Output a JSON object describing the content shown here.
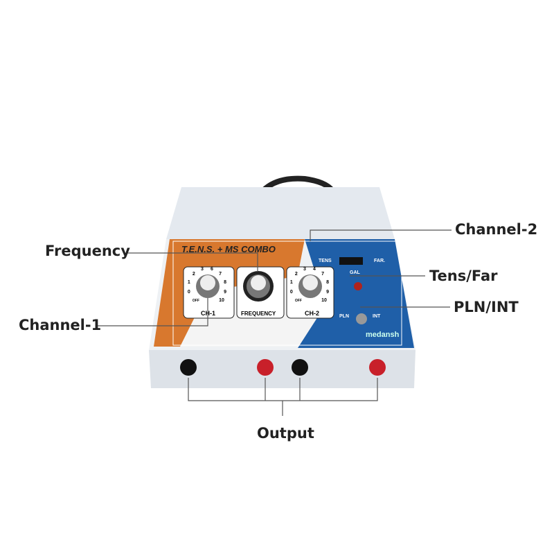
{
  "callouts": {
    "frequency": "Frequency",
    "channel_2": "Channel-2",
    "tens_far": "Tens/Far",
    "pln_int": "PLN/INT",
    "channel_1": "Channel-1",
    "output": "Output"
  },
  "device": {
    "title": "T.E.N.S. + MS COMBO",
    "knobs": [
      {
        "label": "CH-1",
        "scale": [
          "OFF",
          "0",
          "1",
          "2",
          "3",
          "6",
          "7",
          "8",
          "9",
          "10"
        ]
      },
      {
        "label": "FREQUENCY"
      },
      {
        "label": "CH-2",
        "scale": [
          "OFF",
          "0",
          "1",
          "2",
          "3",
          "4",
          "7",
          "8",
          "9",
          "10"
        ]
      }
    ],
    "switch_labels": {
      "tens": "TENS",
      "far": "FAR.",
      "gal": "GAL",
      "pln": "PLN",
      "int": "INT"
    },
    "brand": "medansh"
  },
  "colors": {
    "orange": "#d8782e",
    "blue": "#1f5fa8",
    "panel": "#e9edf2"
  }
}
